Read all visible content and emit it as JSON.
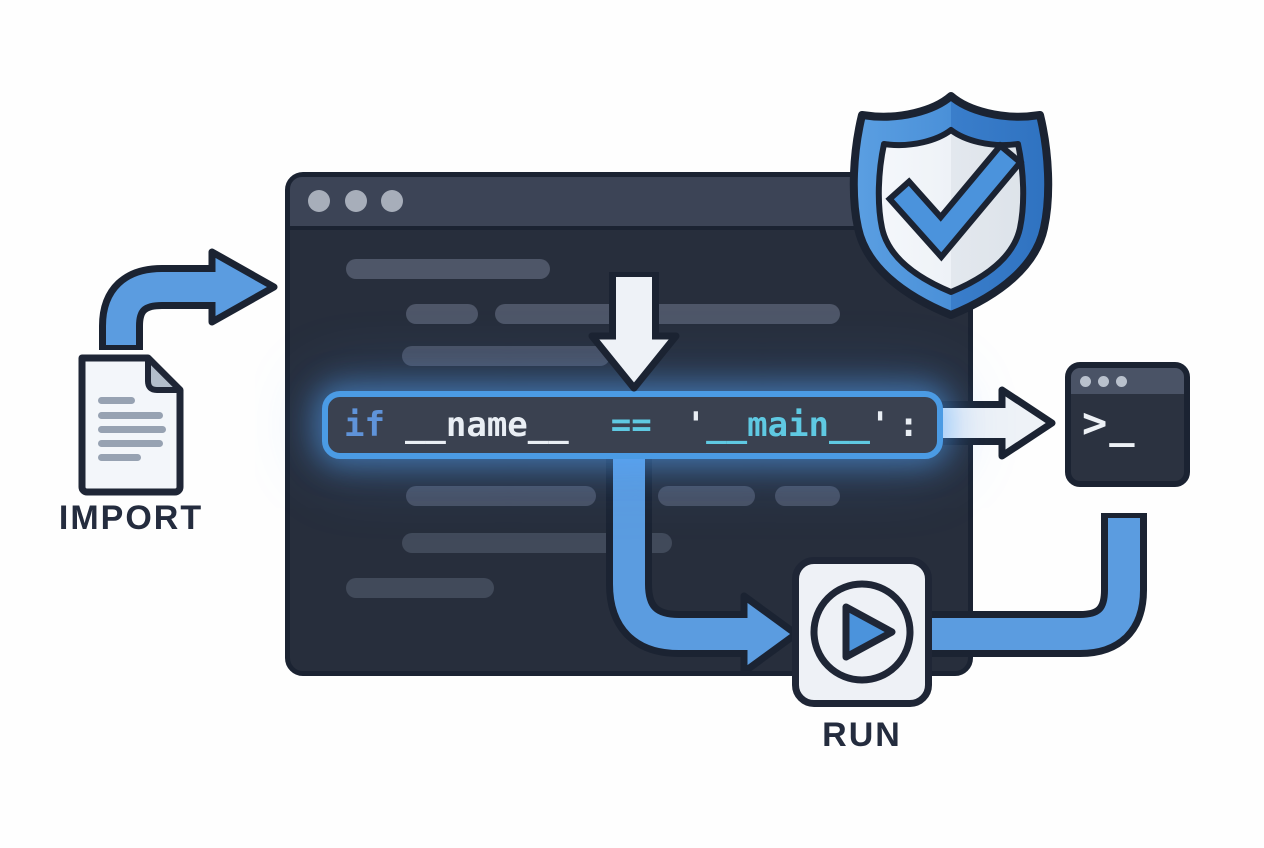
{
  "diagram_title": "python main guard flow diagram",
  "labels": {
    "import": "IMPORT",
    "run": "RUN"
  },
  "code_line": {
    "full": "if __name__ == '__main__':",
    "keyword": "if",
    "name": "__name__",
    "operator": "==",
    "open_quote": "'",
    "string": "__main__",
    "close_quote": "'",
    "colon": ":"
  },
  "terminal": {
    "prompt": ">_"
  },
  "icons": {
    "window_controls": "three-dots",
    "shield": "shield-with-checkmark",
    "terminal": "terminal-window",
    "document": "text-document",
    "play": "play-circle",
    "arrows": [
      "import-curved-arrow",
      "down-arrow",
      "arrow-to-terminal",
      "arrow-to-run",
      "terminal-to-run-connector"
    ]
  },
  "colors": {
    "background": "#fefefe",
    "outline_dark": "#1b2332",
    "editor_bg": "#272e3c",
    "editor_titlebar": "#3c4456",
    "placeholder_bar": "#4a5264",
    "highlight_fill": "#3a4150",
    "highlight_border": "#4b9be4",
    "glow_blue": "#56a8ff",
    "arrow_blue": "#5b9ce0",
    "arrow_light": "#eef2f7",
    "keyword_blue": "#5f93d9",
    "cyan": "#5fc9e2",
    "code_light": "#e9eef4",
    "label_dark": "#242c3e",
    "shield_blue_light": "#5b9fe2",
    "shield_blue_dark": "#2f72c0",
    "paper_fill": "#f3f6fa",
    "paper_fold": "#b3becb"
  }
}
